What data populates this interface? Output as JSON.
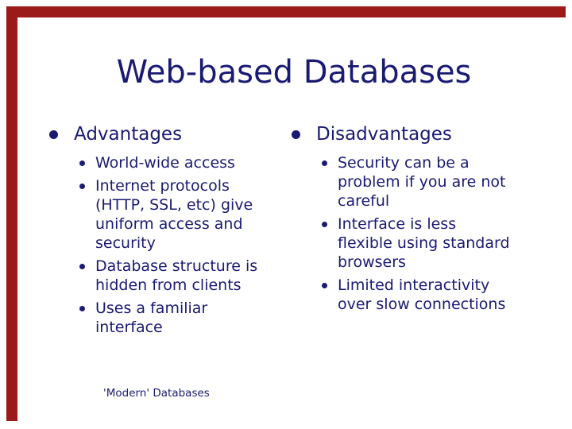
{
  "slide": {
    "title": "Web-based Databases",
    "footer": "'Modern' Databases",
    "colors": {
      "text_navy": "#1a1a73",
      "accent_maroon": "#9b1b1b",
      "background": "#ffffff"
    },
    "columns": [
      {
        "heading": "Advantages",
        "items": [
          "World-wide access",
          "Internet protocols\n(HTTP, SSL, etc) give\nuniform access and\nsecurity",
          "Database structure is\nhidden from clients",
          "Uses a familiar\ninterface"
        ]
      },
      {
        "heading": "Disadvantages",
        "items": [
          "Security can be a\nproblem if you are not\ncareful",
          "Interface is less\nflexible using standard\nbrowsers",
          "Limited interactivity\nover slow connections"
        ]
      }
    ]
  }
}
